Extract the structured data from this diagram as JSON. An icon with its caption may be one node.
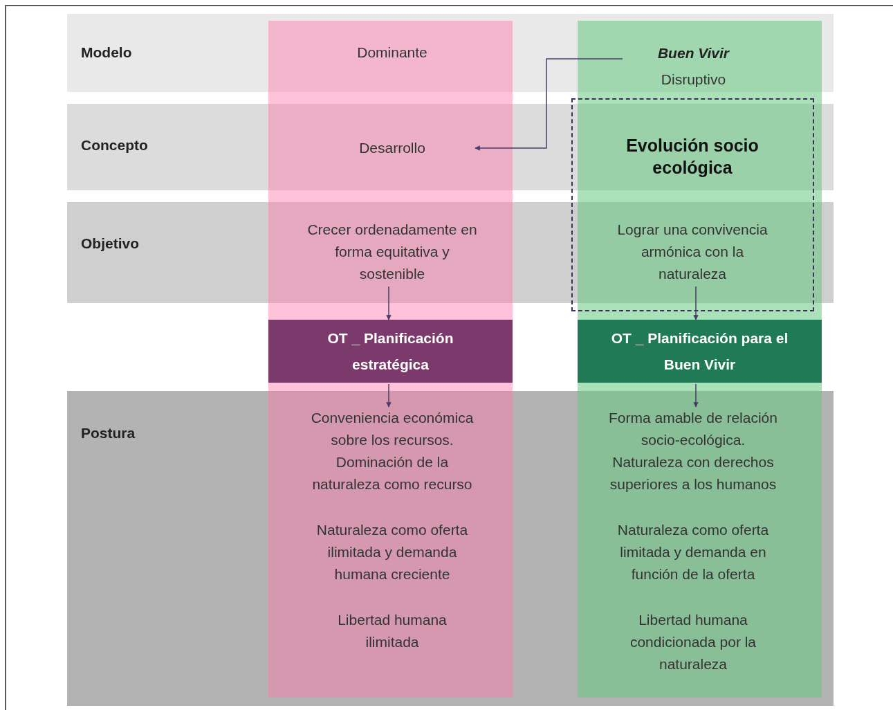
{
  "diagram": {
    "nodes": [
      {
        "text": [
          "Modelo"
        ]
      },
      {
        "text": [
          "Concepto"
        ]
      },
      {
        "text": [
          "Objetivo"
        ]
      },
      {
        "text": [
          "Postura"
        ]
      },
      {
        "text": [
          "Dominante"
        ]
      },
      {
        "text": [
          "Buen Vivir",
          "Disruptivo"
        ]
      },
      {
        "text": [
          "Desarrollo"
        ]
      },
      {
        "text": [
          "Evolución socio ecológica"
        ]
      },
      {
        "text": [
          "Crecer ordenadamente en forma equitativa y sostenible"
        ]
      },
      {
        "text": [
          "Lograr una convivencia armónica con la naturaleza"
        ],
        "in": 7
      },
      {
        "text": [
          "OT _ Planificación estratégica"
        ]
      },
      {
        "text": [
          "OT _ Planificación para el Buen Vivir"
        ]
      },
      {
        "text": [
          "Conveniencia económica sobre los recursos. Dominación de la naturaleza como recurso",
          "Naturaleza como oferta ilimitada y demanda humana creciente",
          "Libertad humana ilimitada"
        ]
      },
      {
        "text": [
          "Forma amable de relación socio-ecológica. Naturaleza con derechos superiores a los humanos",
          "Naturaleza como oferta limitada y demanda en función de la oferta",
          "Libertad humana condicionada por la naturaleza"
        ]
      }
    ],
    "edges": [
      {
        "from": 5,
        "to": 6,
        "arrow": "to"
      },
      {
        "from": 8,
        "to": 10,
        "arrow": "to"
      },
      {
        "from": 9,
        "to": 11,
        "arrow": "to"
      },
      {
        "from": 10,
        "to": 12,
        "arrow": "to"
      },
      {
        "from": 11,
        "to": 13,
        "arrow": "to"
      }
    ]
  }
}
